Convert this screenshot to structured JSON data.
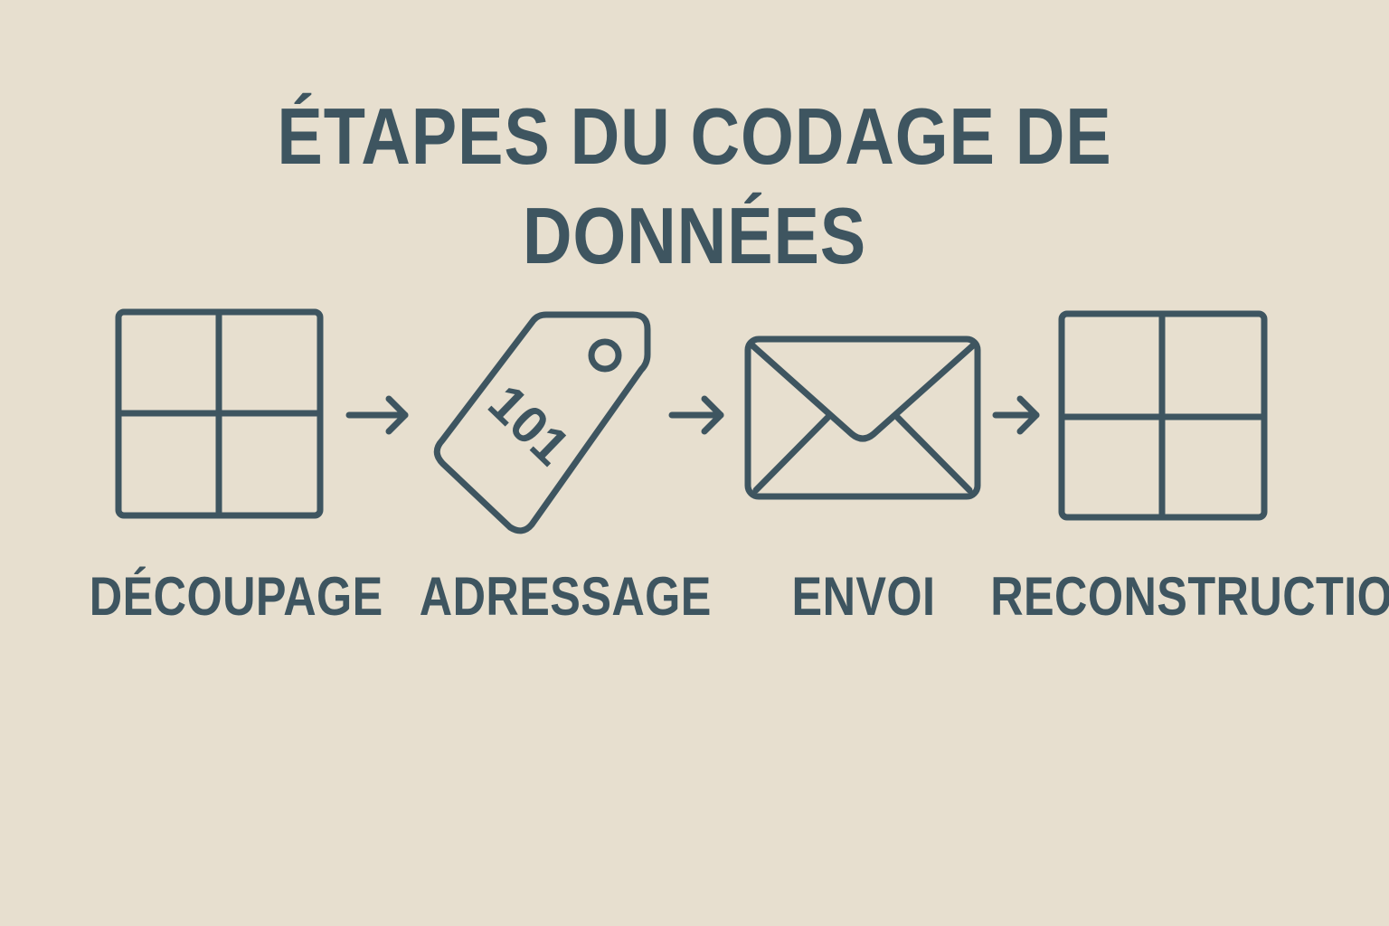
{
  "title": "ÉTAPES DU CODAGE DE DONNÉES",
  "colors": {
    "background": "#e7dfcf",
    "ink": "#3e5560"
  },
  "steps": [
    {
      "label": "DÉCOUPAGE",
      "icon": "grid-icon"
    },
    {
      "label": "ADRESSAGE",
      "icon": "tag-icon",
      "icon_text": "101"
    },
    {
      "label": "ENVOI",
      "icon": "envelope-icon"
    },
    {
      "label": "RECONSTRUCTION",
      "icon": "grid-icon"
    }
  ]
}
